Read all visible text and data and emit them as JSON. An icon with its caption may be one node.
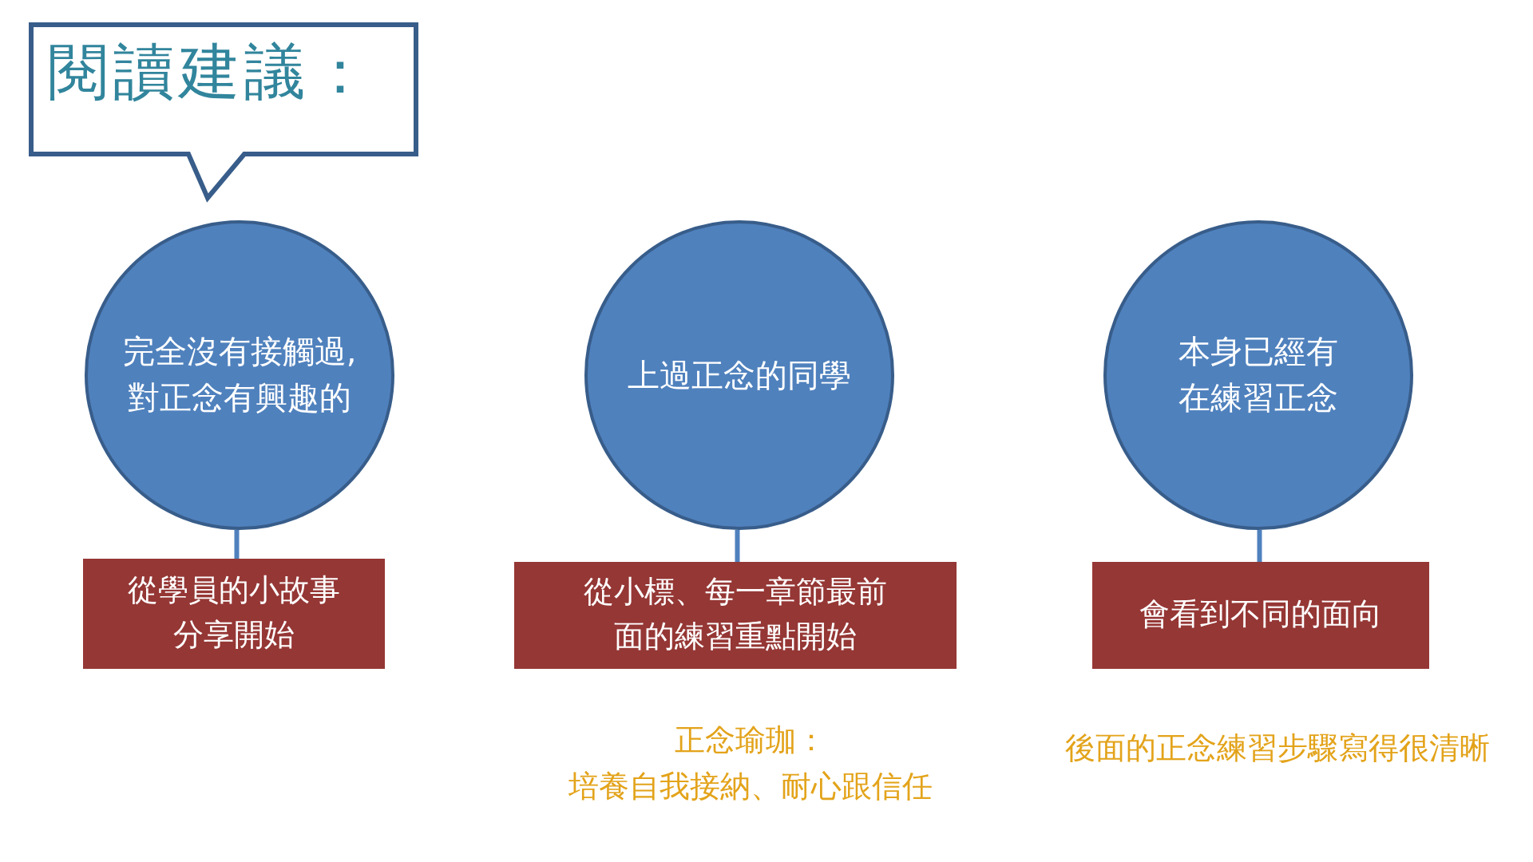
{
  "diagram": {
    "title": "閱讀建議：",
    "nodes": [
      {
        "text": [
          "完全沒有接觸過,對正念有興趣的"
        ]
      },
      {
        "text": [
          "從學員的小故事分享開始"
        ]
      },
      {
        "text": [
          "上過正念的同學"
        ]
      },
      {
        "text": [
          "從小標、每一章節最前面的練習重點開始"
        ],
        "beside": [
          "正念瑜珈：",
          "培養自我接納、耐心跟信任"
        ]
      },
      {
        "text": [
          "本身已經有在練習正念"
        ]
      },
      {
        "text": [
          "會看到不同的面向"
        ],
        "beside": [
          "後面的正念練習步驟寫得很清晰"
        ]
      }
    ],
    "edges": [
      {
        "from": 0,
        "to": 1,
        "arrow": "none"
      },
      {
        "from": 2,
        "to": 3,
        "arrow": "none"
      },
      {
        "from": 4,
        "to": 5,
        "arrow": "none"
      }
    ]
  }
}
